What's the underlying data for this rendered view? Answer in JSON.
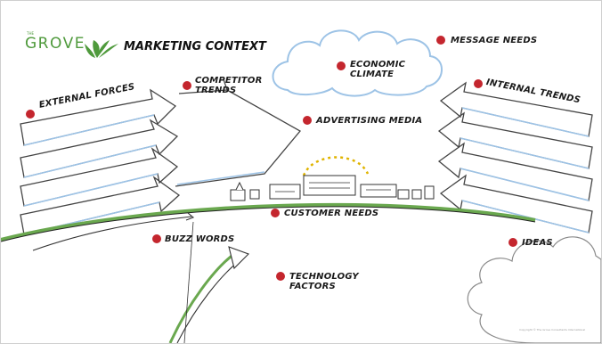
{
  "brand": {
    "name": "GROVE",
    "prefix": "THE"
  },
  "title": "MARKETING CONTEXT",
  "colors": {
    "bullet": "#c4262e",
    "brand": "#4f9a3c",
    "horizon": "#6aa84f",
    "cloud": "#9dc3e6"
  },
  "labels": {
    "external_forces": "EXTERNAL FORCES",
    "competitor_trends": "COMPETITOR\nTRENDS",
    "economic_climate": "ECONOMIC\nCLIMATE",
    "message_needs": "MESSAGE NEEDS",
    "internal_trends": "INTERNAL TRENDS",
    "advertising_media": "ADVERTISING MEDIA",
    "customer_needs": "CUSTOMER NEEDS",
    "buzz_words": "BUZZ WORDS",
    "ideas": "IDEAS",
    "technology_factors": "TECHNOLOGY\nFACTORS"
  },
  "footer": "Copyright © The Grove Consultants International"
}
